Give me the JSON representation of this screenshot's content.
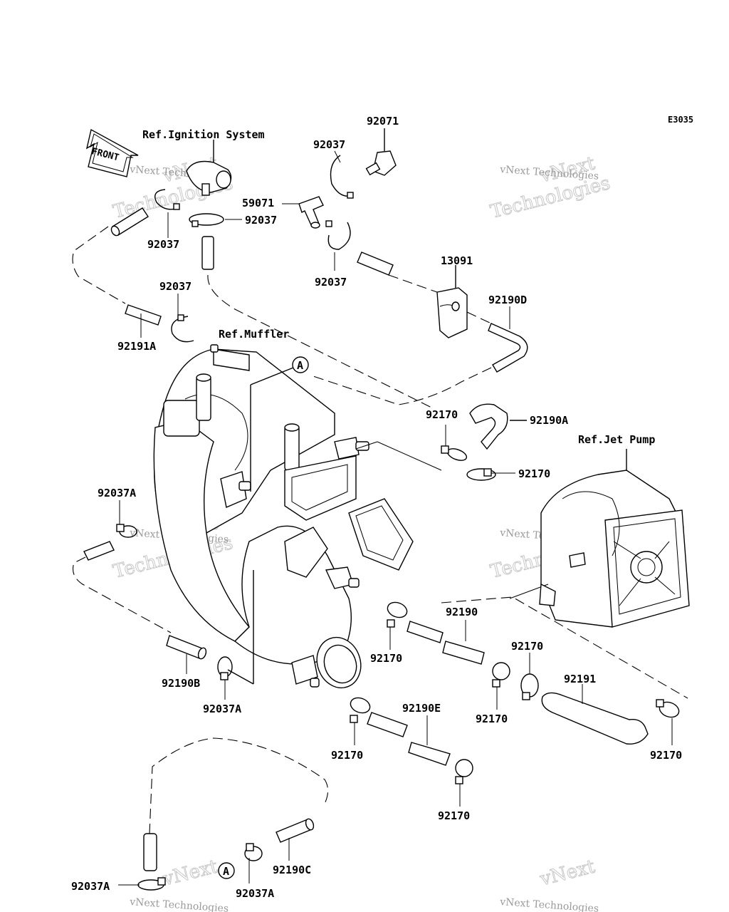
{
  "diagram_code": "E3035",
  "front_label": "FRONT",
  "references": {
    "ignition": "Ref.Ignition System",
    "muffler": "Ref.Muffler",
    "jet_pump": "Ref.Jet Pump"
  },
  "callout_marker": "A",
  "watermark": {
    "line1": "vNext",
    "line2": "Technologies",
    "small": "vNext Technologies"
  },
  "parts": {
    "p92071": "92071",
    "p92037_a": "92037",
    "p59071": "59071",
    "p92037_b": "92037",
    "p92037_c": "92037",
    "p92037_d": "92037",
    "p92037_e": "92037",
    "p92191A": "92191A",
    "p13091": "13091",
    "p92190D": "92190D",
    "p92170_a": "92170",
    "p92190A": "92190A",
    "p92170_b": "92170",
    "p92037A_a": "92037A",
    "p92190": "92190",
    "p92170_c": "92170",
    "p92170_d": "92170",
    "p92170_e": "92170",
    "p92191": "92191",
    "p92190B": "92190B",
    "p92037A_b": "92037A",
    "p92190E": "92190E",
    "p92170_f": "92170",
    "p92170_g": "92170",
    "p92170_h": "92170",
    "p92190C": "92190C",
    "p92037A_c": "92037A",
    "p92037A_d": "92037A"
  }
}
